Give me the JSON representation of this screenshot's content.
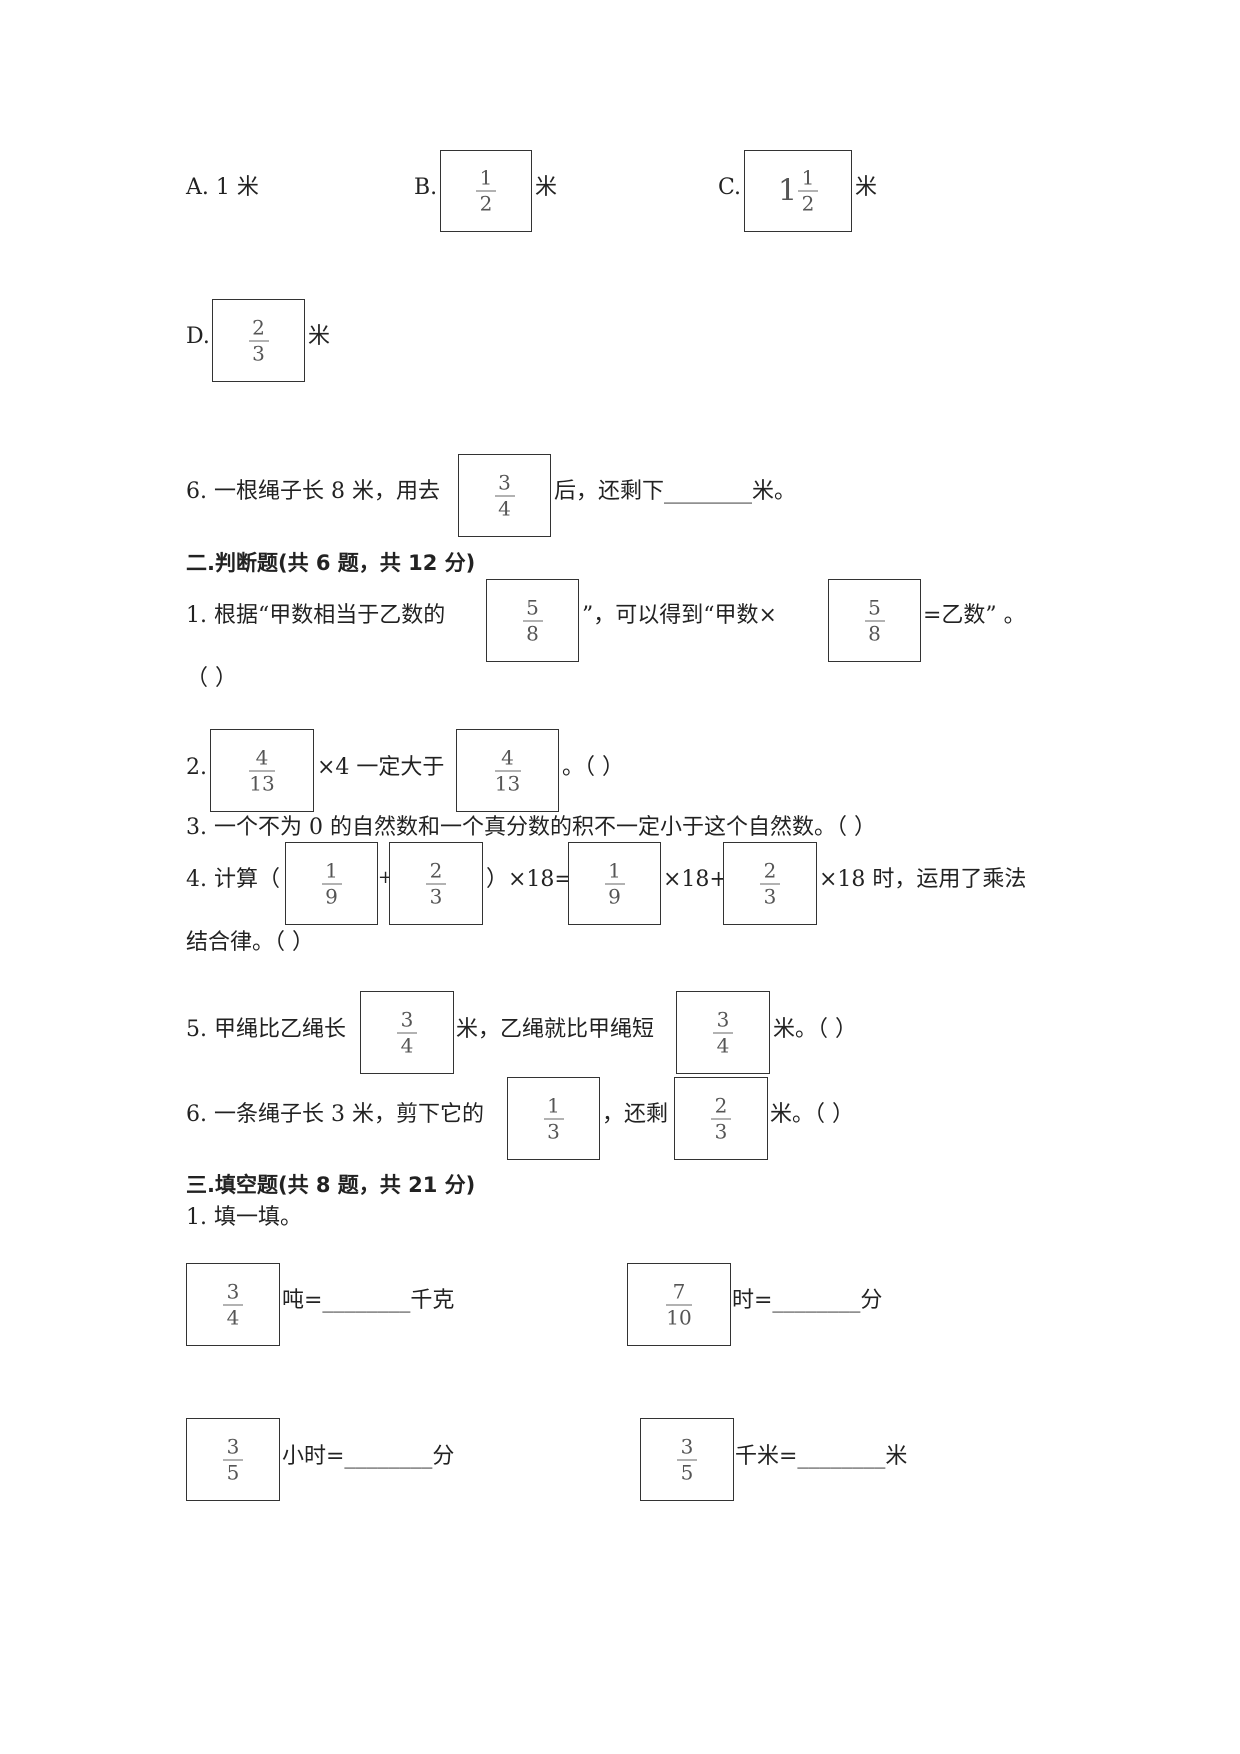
{
  "q5_options": {
    "a": "A. 1 米",
    "b_prefix": "B.",
    "b_frac": {
      "num": "1",
      "den": "2"
    },
    "b_suffix": "米",
    "c_prefix": "C.",
    "c_whole": "1",
    "c_frac": {
      "num": "1",
      "den": "2"
    },
    "c_suffix": "米",
    "d_prefix": "D.",
    "d_frac": {
      "num": "2",
      "den": "3"
    },
    "d_suffix": "米"
  },
  "q6": {
    "pre": "6. 一根绳子长 8 米，用去",
    "frac": {
      "num": "3",
      "den": "4"
    },
    "post": "后，还剩下________米。"
  },
  "section2": {
    "heading": "二.判断题(共 6 题，共 12 分)",
    "j1": {
      "pre": "1. 根据“甲数相当于乙数的",
      "frac1": {
        "num": "5",
        "den": "8"
      },
      "mid": "”，可以得到“甲数×",
      "frac2": {
        "num": "5",
        "den": "8"
      },
      "post": "=乙数”  。",
      "paren": "（      ）"
    },
    "j2": {
      "pre": "2.",
      "frac1": {
        "num": "4",
        "den": "13"
      },
      "mid": "×4 一定大于",
      "frac2": {
        "num": "4",
        "den": "13"
      },
      "post": "。（      ）"
    },
    "j3": {
      "text": "3. 一个不为 0 的自然数和一个真分数的积不一定小于这个自然数。（      ）"
    },
    "j4": {
      "pre": "4. 计算（",
      "frac1": {
        "num": "1",
        "den": "9"
      },
      "plus": "+",
      "frac2": {
        "num": "2",
        "den": "3"
      },
      "mid": "）×18=",
      "frac3": {
        "num": "1",
        "den": "9"
      },
      "mid2": "×18+",
      "frac4": {
        "num": "2",
        "den": "3"
      },
      "post": "×18 时，运用了乘法",
      "line2": "结合律。（      ）"
    },
    "j5": {
      "pre": "5. 甲绳比乙绳长",
      "frac1": {
        "num": "3",
        "den": "4"
      },
      "mid": "米，乙绳就比甲绳短",
      "frac2": {
        "num": "3",
        "den": "4"
      },
      "post": "米。（      ）"
    },
    "j6": {
      "pre": "6. 一条绳子长 3 米，剪下它的",
      "frac1": {
        "num": "1",
        "den": "3"
      },
      "mid": "，还剩",
      "frac2": {
        "num": "2",
        "den": "3"
      },
      "post": "米。（      ）"
    }
  },
  "section3": {
    "heading": "三.填空题(共 8 题，共 21 分)",
    "f1_title": "1. 填一填。",
    "items": [
      {
        "frac": {
          "num": "3",
          "den": "4"
        },
        "text": "吨=________千克"
      },
      {
        "frac": {
          "num": "7",
          "den": "10"
        },
        "text": "时=________分"
      },
      {
        "frac": {
          "num": "3",
          "den": "5"
        },
        "text": "小时=________分"
      },
      {
        "frac": {
          "num": "3",
          "den": "5"
        },
        "text": "千米=________米"
      }
    ]
  }
}
